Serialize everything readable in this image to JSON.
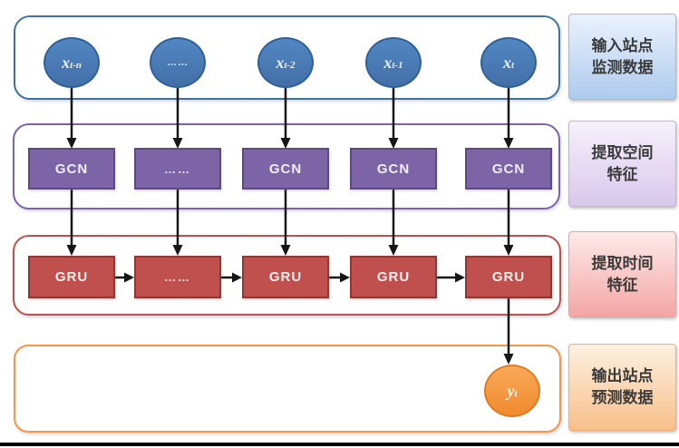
{
  "palette": {
    "input_node_fill": "#4a80bd",
    "input_node_border": "#30609a",
    "gcn_fill": "#7d64a6",
    "gcn_border": "#5d4a80",
    "gru_fill": "#c0504d",
    "gru_border": "#8e3734",
    "output_node_fill": "#f79646",
    "output_node_border": "#e07b23",
    "container_blue": "#41719c",
    "container_purple": "#7e63a8",
    "container_red": "#c0504d",
    "container_orange": "#f79646",
    "arrow_black": "#161616",
    "label_blue_bg": "#aecbee",
    "label_purple_bg": "#d8c8ec",
    "label_pink_bg": "#f3a6a4",
    "label_orange_bg": "#f8bf8a"
  },
  "input_row": {
    "nodes": [
      {
        "base": "x",
        "sub": "t-n"
      },
      {
        "base": "……",
        "sub": ""
      },
      {
        "base": "x",
        "sub": "t-2"
      },
      {
        "base": "x",
        "sub": "t-1"
      },
      {
        "base": "x",
        "sub": "t"
      }
    ]
  },
  "gcn_row": {
    "labels": [
      "GCN",
      "……",
      "GCN",
      "GCN",
      "GCN"
    ]
  },
  "gru_row": {
    "labels": [
      "GRU",
      "……",
      "GRU",
      "GRU",
      "GRU"
    ]
  },
  "output_node": {
    "base": "y",
    "sub": "t"
  },
  "side_labels": [
    {
      "line1": "输入站点",
      "line2": "监测数据"
    },
    {
      "line1": "提取空间",
      "line2": "特征"
    },
    {
      "line1": "提取时间",
      "line2": "特征"
    },
    {
      "line1": "输出站点",
      "line2": "预测数据"
    }
  ]
}
